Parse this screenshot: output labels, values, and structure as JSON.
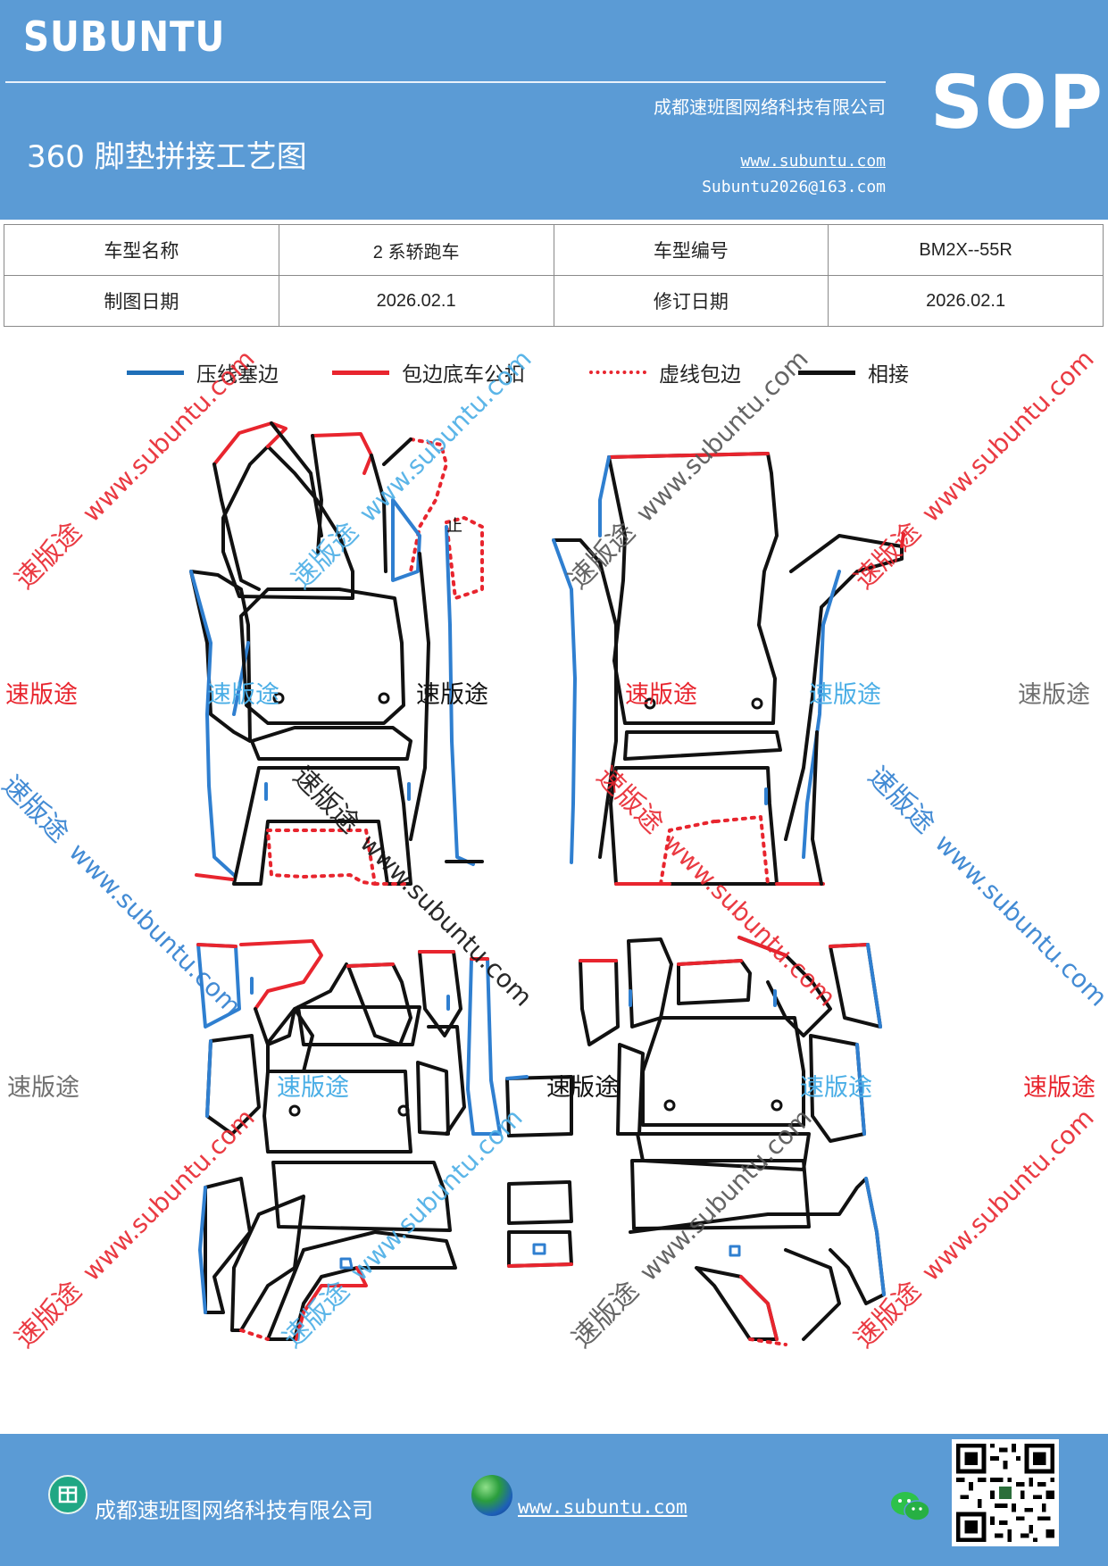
{
  "header": {
    "brand": "SUBUNTU",
    "company": "成都速班图网络科技有限公司",
    "doc_type": "SOP",
    "title": "360 脚垫拼接工艺图",
    "website": "www.subuntu.com",
    "email": "Subuntu2026@163.com"
  },
  "info": {
    "rows": [
      [
        "车型名称",
        "2 系轿跑车",
        "车型编号",
        "BM2X--55R"
      ],
      [
        "制图日期",
        "2026.02.1",
        "修订日期",
        "2026.02.1"
      ]
    ]
  },
  "legend": [
    {
      "label": "压线塞边",
      "color": "#1f6fb8",
      "style": "solid"
    },
    {
      "label": "包边底车公扣",
      "color": "#e8252e",
      "style": "solid"
    },
    {
      "label": "虚线包边",
      "color": "#e8252e",
      "style": "dotted"
    },
    {
      "label": "相接",
      "color": "#111111",
      "style": "solid"
    }
  ],
  "diagram": {
    "piece_label": "止",
    "watermark_word": "速版途",
    "watermark_url": "www.subuntu.com",
    "colors": {
      "blue": "#2f7fd0",
      "red": "#e8252e",
      "black": "#111111",
      "sky": "#4aaee6",
      "gray": "#707070"
    }
  },
  "footer": {
    "company": "成都速班图网络科技有限公司",
    "website": "www.subuntu.com",
    "icons": [
      "home-icon",
      "globe-icon",
      "wechat-icon",
      "qr-code"
    ]
  }
}
